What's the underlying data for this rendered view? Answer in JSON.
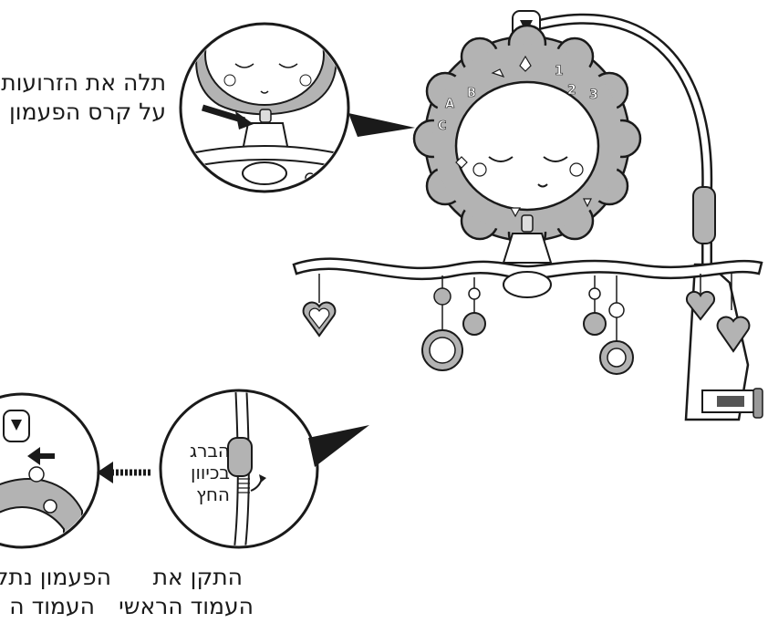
{
  "labels": {
    "hang_arms_line1": "תלה את הזרועות",
    "hang_arms_line2": "על קרס הפעמון",
    "screw_line1": "הברג",
    "screw_line2": "בכיוון",
    "screw_line3": "החץ",
    "install_pole_line1": "התקן את",
    "install_pole_line2": "העמוד הראשי",
    "bell_line1": "הפעמון נתל",
    "bell_line2": "העמוד ה"
  },
  "mobile_numbers": [
    "1",
    "2",
    "3"
  ],
  "mobile_letters": [
    "A",
    "B",
    "C"
  ],
  "colors": {
    "line": "#1a1a1a",
    "fill_grey": "#b3b3b3",
    "fill_light": "#ffffff"
  }
}
